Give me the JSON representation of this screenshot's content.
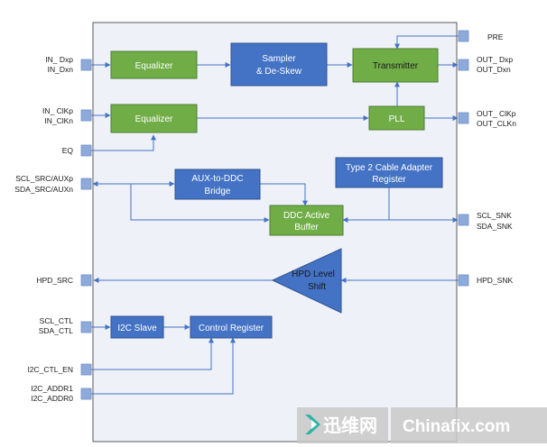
{
  "colors": {
    "chip_body": "#eef1f8",
    "green_block": "#70ad47",
    "blue_block": "#4472c4",
    "pin": "#8eaadb",
    "wire": "#4472c4",
    "watermark_bg": "#c9c9c9",
    "watermark_icon": "#2bb5a8"
  },
  "pins_left": {
    "in_d1": "IN_ Dxp",
    "in_d2": "IN_Dxn",
    "in_clk1": "IN_ ClKp",
    "in_clk2": "IN_ClKn",
    "eq": "EQ",
    "aux1": "SCL_SRC/AUXp",
    "aux2": "SDA_SRC/AUXn",
    "hpd_src": "HPD_SRC",
    "ctl1": "SCL_CTL",
    "ctl2": "SDA_CTL",
    "i2c_en": "I2C_CTL_EN",
    "addr1": "I2C_ADDR1",
    "addr0": "I2C_ADDR0"
  },
  "pins_right": {
    "pre": "PRE",
    "out_d1": "OUT_ Dxp",
    "out_d2": "OUT_Dxn",
    "out_clk1": "OUT_ ClKp",
    "out_clk2": "OUT_CLKn",
    "snk1": "SCL_SNK",
    "snk2": "SDA_SNK",
    "hpd_snk": "HPD_SNK"
  },
  "blocks": {
    "equalizer_data": "Equalizer",
    "sampler1": "Sampler",
    "sampler2": "& De-Skew",
    "transmitter": "Transmitter",
    "equalizer_clk": "Equalizer",
    "pll": "PLL",
    "aux_ddc1": "AUX-to-DDC",
    "aux_ddc2": "Bridge",
    "type2_1": "Type 2 Cable Adapter",
    "type2_2": "Register",
    "ddc1": "DDC Active",
    "ddc2": "Buffer",
    "hpd1": "HPD Level",
    "hpd2": "Shift",
    "i2c_slave": "I2C Slave",
    "control_register": "Control Register"
  },
  "watermark": {
    "logo_text": "迅维网",
    "site_text": "Chinafix.com",
    "icon": "chevron-logo-icon"
  }
}
